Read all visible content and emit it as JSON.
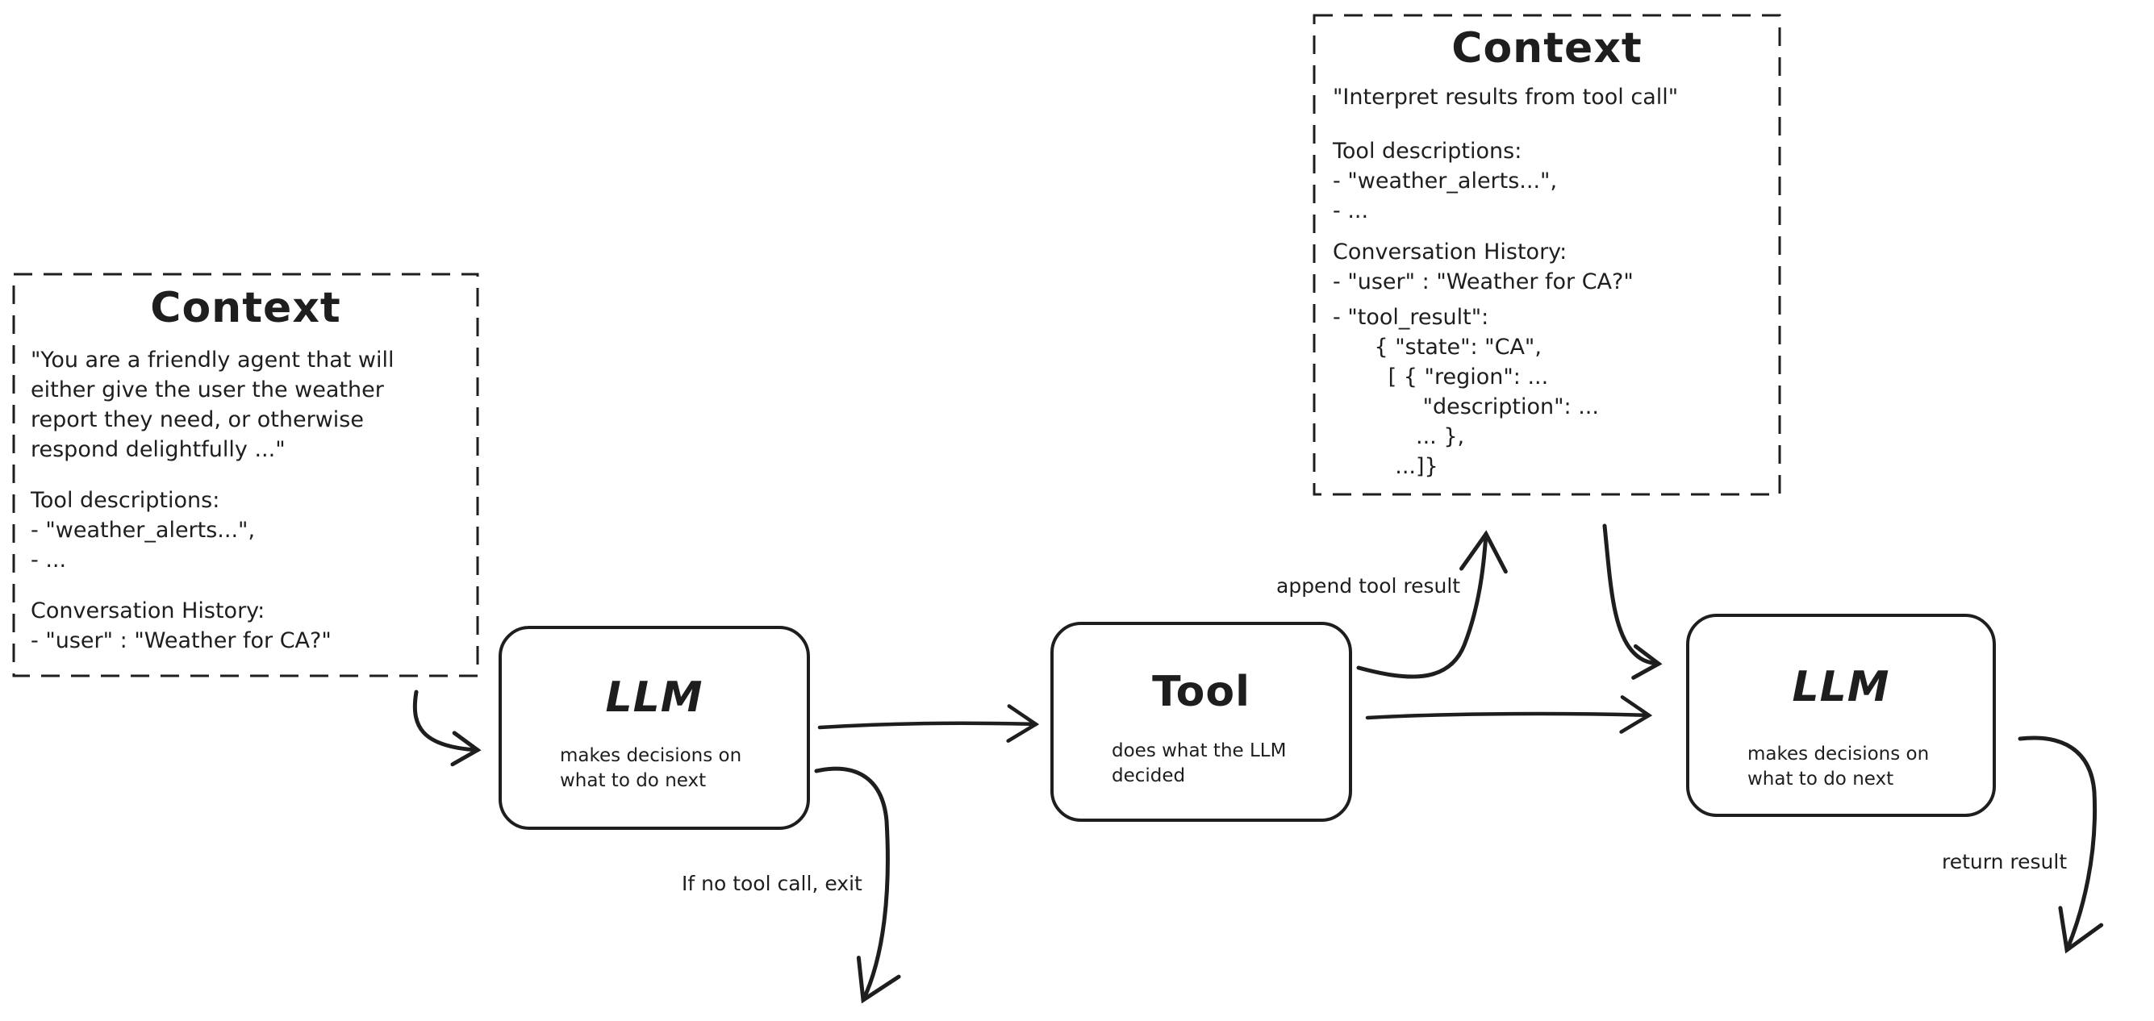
{
  "ink": "#1e1e1e",
  "context_left": {
    "title": "Context",
    "paragraphs": [
      "\"You are a friendly agent that will\neither give the user the weather\nreport they need, or otherwise\nrespond delightfully ...\"",
      "Tool descriptions:\n- \"weather_alerts...\",\n- ...",
      "Conversation History:\n- \"user\" : \"Weather for CA?\""
    ]
  },
  "context_top": {
    "title": "Context",
    "paragraphs": [
      "\"Interpret results from tool call\"",
      "Tool descriptions:\n- \"weather_alerts...\",\n- ...",
      "Conversation History:\n- \"user\" : \"Weather for CA?\"",
      "- \"tool_result\":\n      { \"state\": \"CA\",\n        [ { \"region\": ...\n             \"description\": ...\n            ... },\n         ...]}"
    ]
  },
  "nodes": {
    "llm1": {
      "title": "LLM",
      "description": "makes decisions on\nwhat to do next"
    },
    "tool": {
      "title": "Tool",
      "description": "does what the LLM\ndecided"
    },
    "llm2": {
      "title": "LLM",
      "description": "makes decisions on\nwhat to do next"
    }
  },
  "edge_labels": {
    "append_tool_result": "append tool result",
    "no_tool_call_exit": "If no tool call, exit",
    "return_result": "return result"
  }
}
